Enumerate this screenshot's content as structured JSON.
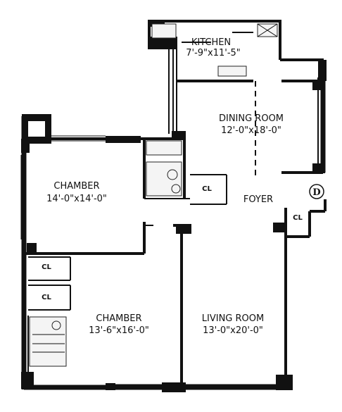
{
  "rooms": {
    "kitchen": {
      "name": "KITCHEN",
      "dims": "7'-9\"x11'-5\""
    },
    "dining": {
      "name": "DINING ROOM",
      "dims": "12'-0\"x18'-0\""
    },
    "chamber1": {
      "name": "CHAMBER",
      "dims": "14'-0\"x14'-0\""
    },
    "chamber2": {
      "name": "CHAMBER",
      "dims": "13'-6\"x16'-0\""
    },
    "living": {
      "name": "LIVING ROOM",
      "dims": "13'-0\"x20'-0\""
    },
    "foyer": {
      "name": "FOYER"
    }
  },
  "closets": [
    "CL",
    "CL",
    "CL",
    "CL"
  ],
  "door_marker": "D"
}
